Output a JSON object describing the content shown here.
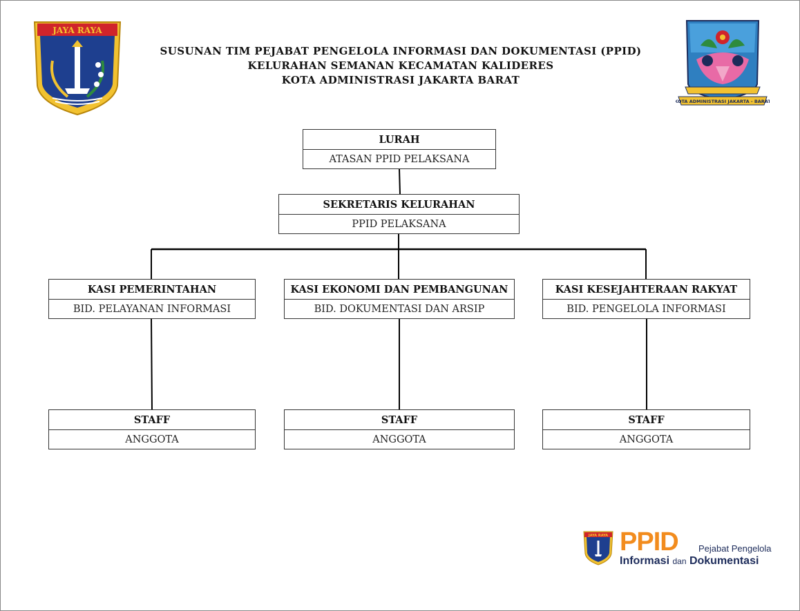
{
  "header": {
    "title_line1": "SUSUNAN TIM PEJABAT PENGELOLA INFORMASI DAN DOKUMENTASI (PPID)",
    "title_line2": "KELURAHAN SEMANAN KECAMATAN KALIDERES",
    "title_line3": "KOTA ADMINISTRASI JAKARTA BARAT"
  },
  "logos": {
    "left_banner": "JAYA RAYA",
    "right_motto": "KOTA ADMINISTRASI JAKARTA - BARAT"
  },
  "org": {
    "lurah": {
      "title": "LURAH",
      "role": "ATASAN PPID PELAKSANA"
    },
    "sekretaris": {
      "title": "SEKRETARIS KELURAHAN",
      "role": "PPID PELAKSANA"
    },
    "kasi": [
      {
        "title": "KASI PEMERINTAHAN",
        "role": "BID. PELAYANAN INFORMASI"
      },
      {
        "title": "KASI EKONOMI DAN PEMBANGUNAN",
        "role": "BID. DOKUMENTASI DAN ARSIP"
      },
      {
        "title": "KASI KESEJAHTERAAN RAKYAT",
        "role": "BID. PENGELOLA INFORMASI"
      }
    ],
    "staff": [
      {
        "title": "STAFF",
        "role": "ANGGOTA"
      },
      {
        "title": "STAFF",
        "role": "ANGGOTA"
      },
      {
        "title": "STAFF",
        "role": "ANGGOTA"
      }
    ]
  },
  "footer_logo": {
    "word": "PPID",
    "tagline_top": "Pejabat Pengelola",
    "tagline_bottom_a": "Informasi",
    "tagline_bottom_and": "dan",
    "tagline_bottom_b": "Dokumentasi",
    "banner": "JAYA RAYA"
  },
  "colors": {
    "ppid_orange": "#f28c1e",
    "ppid_navy": "#1c2b5a",
    "shield_blue": "#1e3f8f",
    "shield_gold": "#f2c230",
    "banner_red": "#d0242b"
  },
  "icons": {
    "left_logo": "jakarta-coat-of-arms-icon",
    "right_logo": "west-jakarta-emblem-icon",
    "footer_logo": "ppid-logo-icon"
  }
}
